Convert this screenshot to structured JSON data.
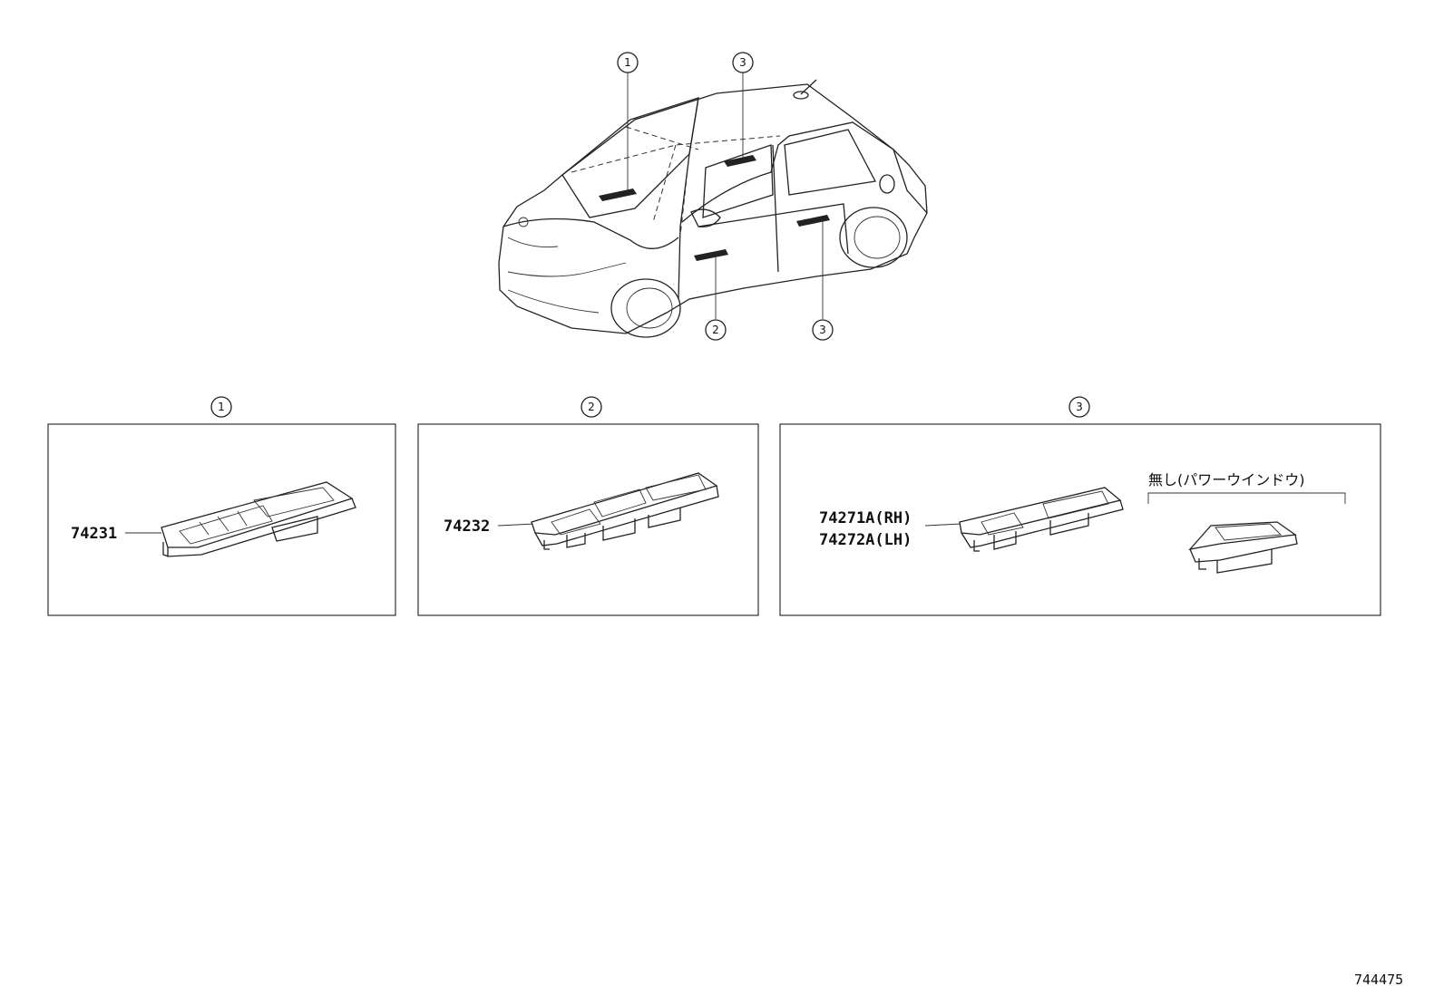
{
  "callouts": {
    "c1": "1",
    "c2": "2",
    "c3": "3"
  },
  "parts": {
    "p1": "74231",
    "p2": "74232",
    "p3a": "74271A(RH)",
    "p3b": "74272A(LH)"
  },
  "note": "無し(パワーウインドウ)",
  "diagram_id": "744475",
  "icons": [
    "car-overview-drawing",
    "window-switch-bezel",
    "callout-circle"
  ]
}
